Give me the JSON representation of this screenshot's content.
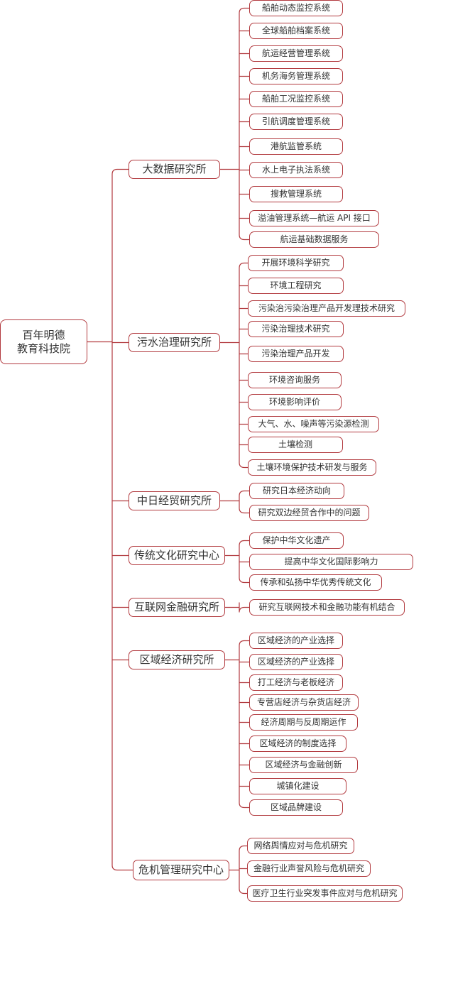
{
  "root": {
    "line1": "百年明德",
    "line2": "教育科技院"
  },
  "branches": [
    {
      "label": "大数据研究所",
      "children": [
        "船舶动态监控系统",
        "全球船舶档案系统",
        "航运经营管理系统",
        "机务海务管理系统",
        "船舶工况监控系统",
        "引航调度管理系统",
        "港航监管系统",
        "水上电子执法系统",
        "搜救管理系统",
        "溢油管理系统—航运 API 接口",
        "航运基础数据服务"
      ]
    },
    {
      "label": "污水治理研究所",
      "children": [
        "开展环境科学研究",
        "环境工程研究",
        "污染治污染治理产品开发理技术研究",
        "污染治理技术研究",
        "污染治理产品开发",
        "环境咨询服务",
        "环境影响评价",
        "大气、水、噪声等污染源检测",
        "土壤检测",
        "土壤环境保护技术研发与服务"
      ]
    },
    {
      "label": "中日经贸研究所",
      "children": [
        "研究日本经济动向",
        "研究双边经贸合作中的问题"
      ]
    },
    {
      "label": "传统文化研究中心",
      "children": [
        "保护中华文化遗产",
        "提高中华文化国际影响力",
        "传承和弘扬中华优秀传统文化"
      ]
    },
    {
      "label": "互联网金融研究所",
      "children": [
        "研究互联网技术和金融功能有机结合"
      ]
    },
    {
      "label": "区域经济研究所",
      "children": [
        "区域经济的产业选择",
        "区域经济的产业选择",
        "打工经济与老板经济",
        "专营店经济与杂货店经济",
        "经济周期与反周期运作",
        "区域经济的制度选择",
        "区域经济与金融创新",
        "城镇化建设",
        "区域品牌建设"
      ]
    },
    {
      "label": "危机管理研究中心",
      "children": [
        "网络舆情应对与危机研究",
        "金融行业声誉风险与危机研究",
        "医疗卫生行业突发事件应对与危机研究"
      ]
    }
  ]
}
